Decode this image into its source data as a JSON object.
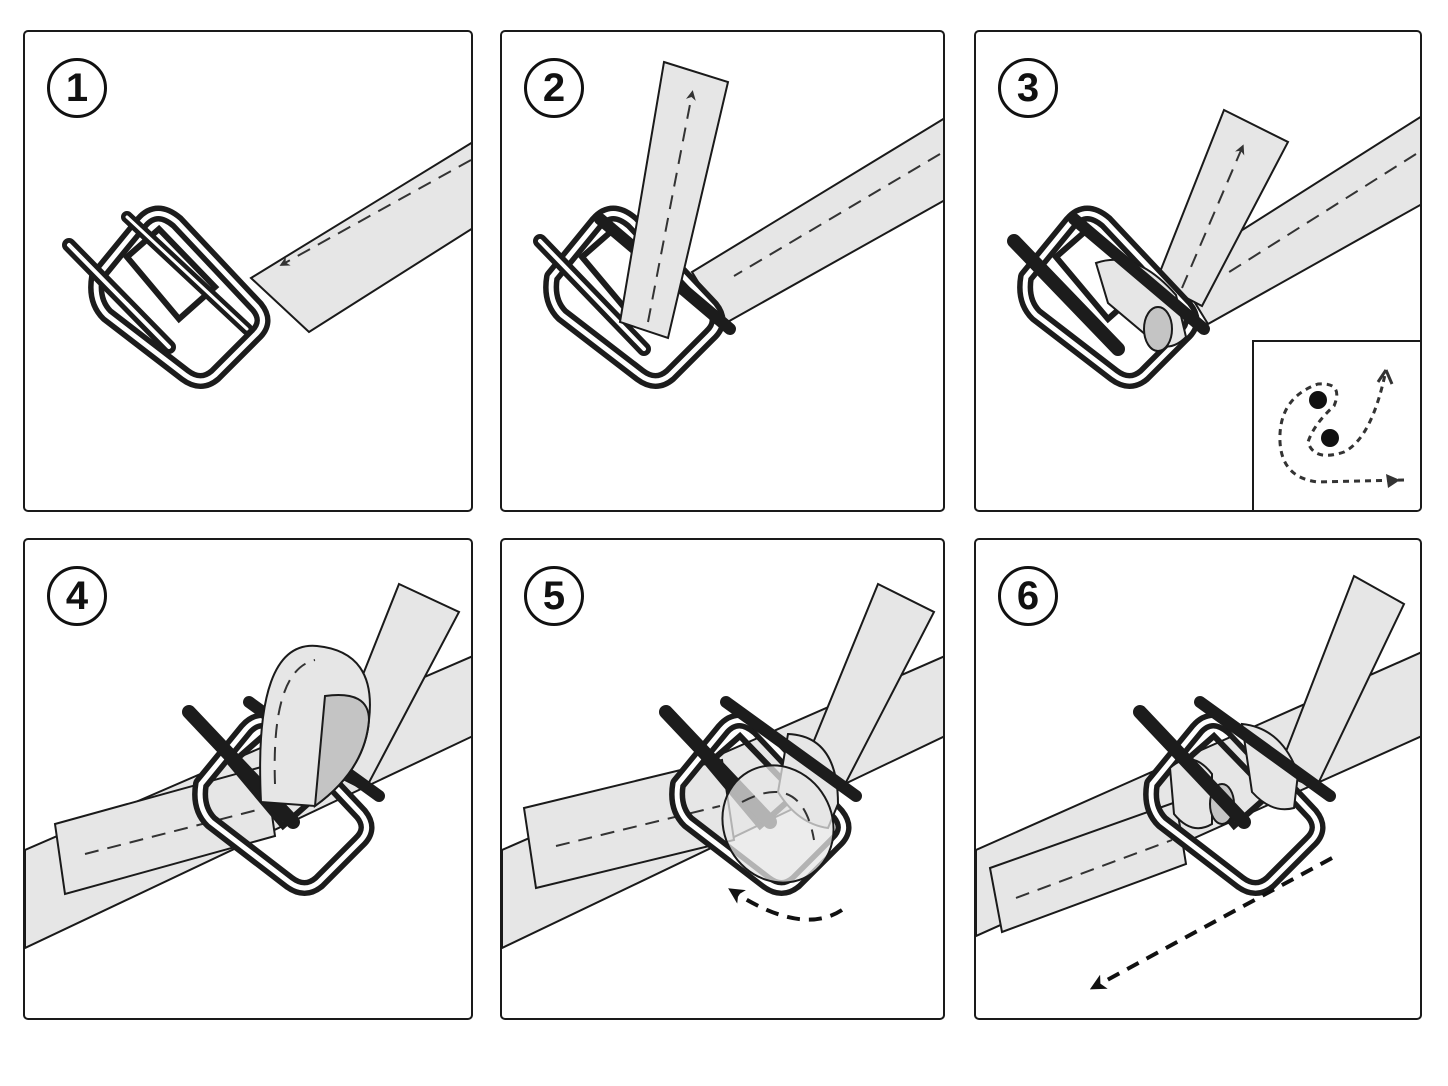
{
  "steps": [
    {
      "number": "1"
    },
    {
      "number": "2"
    },
    {
      "number": "3"
    },
    {
      "number": "4"
    },
    {
      "number": "5"
    },
    {
      "number": "6"
    }
  ],
  "colors": {
    "outline": "#1a1a1a",
    "strap": "#e6e6e6",
    "strap_shade": "#c4c4c4",
    "metal_dark": "#1c1c1c",
    "metal_light": "#ffffff",
    "arrow": "#1a1a1a"
  },
  "icons": [
    "buckle-icon",
    "strap-icon",
    "direction-arrow-icon",
    "threading-path-icon"
  ]
}
